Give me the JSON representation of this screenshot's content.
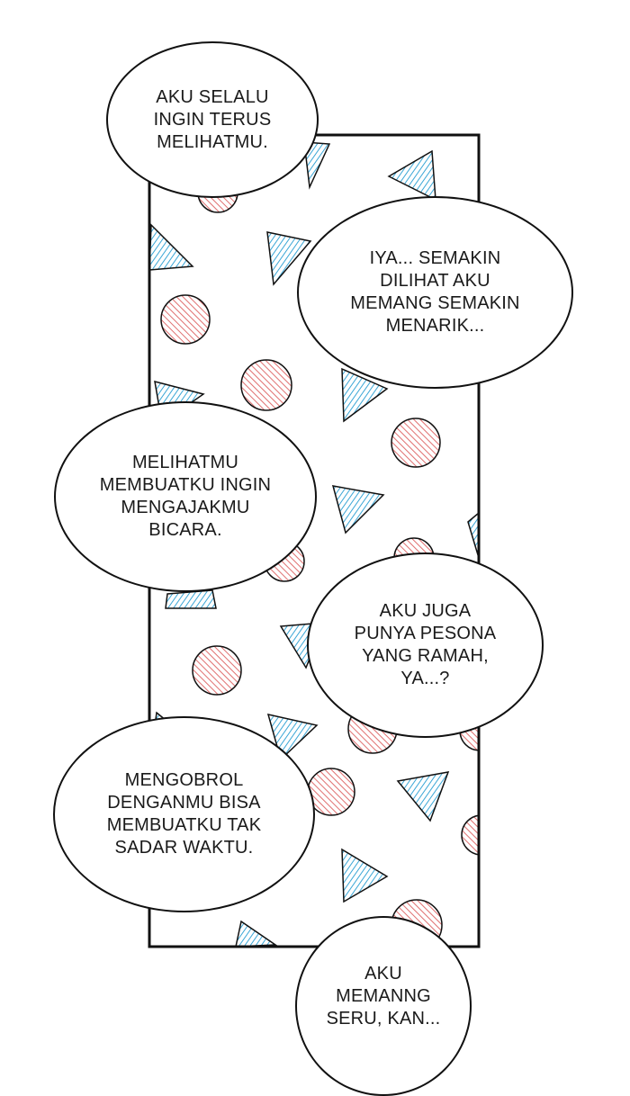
{
  "palette": {
    "triangle": "#3aa6d6",
    "circle": "#e07070",
    "ink": "#111111"
  },
  "bubbles": [
    {
      "text": "AKU SELALU\nINGIN TERUS\nMELIHATMU."
    },
    {
      "text": "IYA... SEMAKIN\nDILIHAT AKU\nMEMANG SEMAKIN\nMENARIK..."
    },
    {
      "text": "MELIHATMU\nMEMBUATKU INGIN\nMENGAJAKMU\nBICARA."
    },
    {
      "text": "AKU JUGA\nPUNYA PESONA\nYANG RAMAH,\nYA...?"
    },
    {
      "text": "MENGOBROL\nDENGANMU BISA\nMEMBUATKU TAK\nSADAR WAKTU."
    },
    {
      "text": "AKU\nMEMANNG\nSERU, KAN..."
    }
  ]
}
